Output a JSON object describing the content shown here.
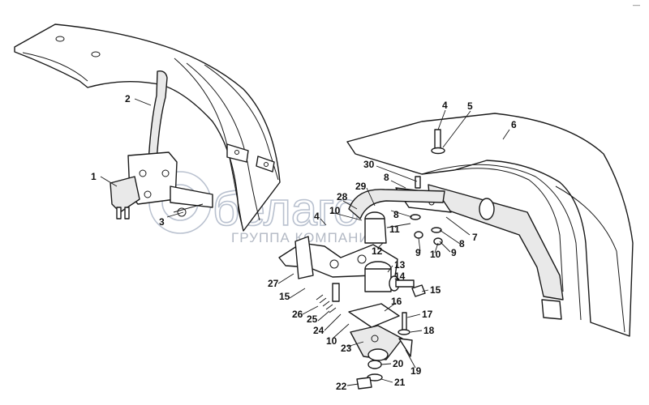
{
  "watermark": {
    "logo_text": "белаго",
    "subtitle": "ГРУППА КОМПАНИЙ"
  },
  "corner_mark": "—",
  "callouts": [
    {
      "num": "1"
    },
    {
      "num": "2"
    },
    {
      "num": "3"
    },
    {
      "num": "4"
    },
    {
      "num": "5"
    },
    {
      "num": "6"
    },
    {
      "num": "30"
    },
    {
      "num": "29"
    },
    {
      "num": "28"
    },
    {
      "num": "8"
    },
    {
      "num": "10"
    },
    {
      "num": "4"
    },
    {
      "num": "8"
    },
    {
      "num": "11"
    },
    {
      "num": "7"
    },
    {
      "num": "8"
    },
    {
      "num": "12"
    },
    {
      "num": "9"
    },
    {
      "num": "10"
    },
    {
      "num": "9"
    },
    {
      "num": "13"
    },
    {
      "num": "27"
    },
    {
      "num": "14"
    },
    {
      "num": "15"
    },
    {
      "num": "15"
    },
    {
      "num": "26"
    },
    {
      "num": "25"
    },
    {
      "num": "24"
    },
    {
      "num": "16"
    },
    {
      "num": "17"
    },
    {
      "num": "10"
    },
    {
      "num": "23"
    },
    {
      "num": "18"
    },
    {
      "num": "19"
    },
    {
      "num": "20"
    },
    {
      "num": "22"
    },
    {
      "num": "21"
    }
  ]
}
